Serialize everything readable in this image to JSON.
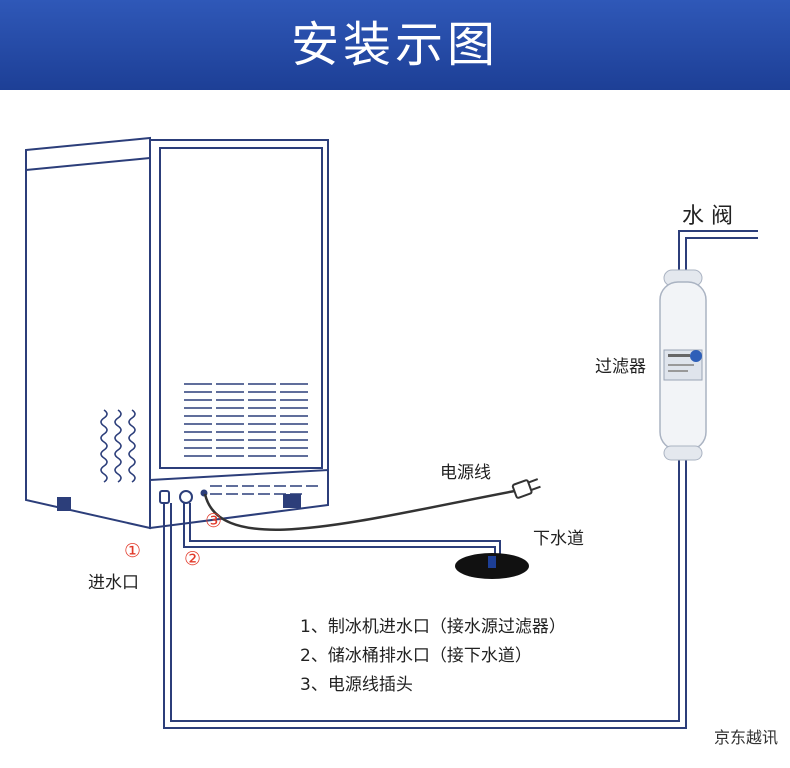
{
  "header": {
    "title": "安装示图"
  },
  "labels": {
    "water_valve": "水 阀",
    "filter": "过滤器",
    "power_cord": "电源线",
    "drain": "下水道",
    "inlet": "进水口",
    "mark_1": "①",
    "mark_2": "②",
    "mark_3": "③"
  },
  "notes": [
    "1、制冰机进水口（接水源过滤器）",
    "2、储冰桶排水口（接下水道）",
    "3、电源线插头"
  ],
  "watermark": "京东越讯",
  "colors": {
    "banner": "#2448a8",
    "line": "#2c3e7a",
    "marker": "#e23a2a"
  }
}
